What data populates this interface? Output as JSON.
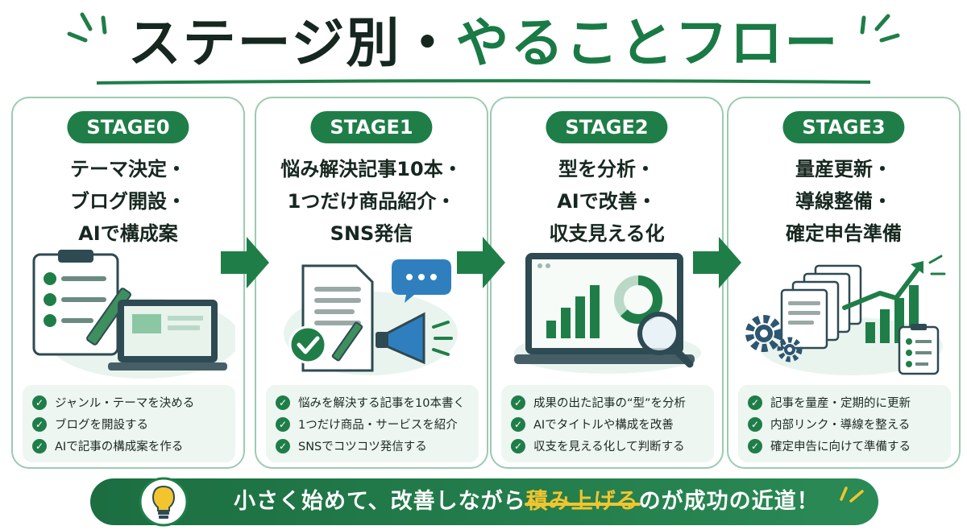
{
  "header": {
    "title_part1": "ステージ別・",
    "title_part2": "やることフロー"
  },
  "stages": [
    {
      "badge": "STAGE0",
      "heading": [
        "テーマ決定・",
        "ブログ開設・",
        "AIで構成案"
      ],
      "checklist": [
        "ジャンル・テーマを決める",
        "ブログを開設する",
        "AIで記事の構成案を作る"
      ]
    },
    {
      "badge": "STAGE1",
      "heading": [
        "悩み解決記事10本・",
        "1つだけ商品紹介・",
        "SNS発信"
      ],
      "checklist": [
        "悩みを解決する記事を10本書く",
        "1つだけ商品・サービスを紹介",
        "SNSでコツコツ発信する"
      ]
    },
    {
      "badge": "STAGE2",
      "heading": [
        "型を分析・",
        "AIで改善・",
        "収支見える化"
      ],
      "checklist": [
        "成果の出た記事の“型”を分析",
        "AIでタイトルや構成を改善",
        "収支を見える化して判断する"
      ]
    },
    {
      "badge": "STAGE3",
      "heading": [
        "量産更新・",
        "導線整備・",
        "確定申告準備"
      ],
      "checklist": [
        "記事を量産・定期的に更新",
        "内部リンク・導線を整える",
        "確定申告に向けて準備する"
      ]
    }
  ],
  "banner": {
    "text_before": "小さく始めて、改善しながら",
    "text_highlight": "積み上げる",
    "text_after": "のが成功の近道！"
  },
  "colors": {
    "brand_green": "#1f7e48",
    "dark_text": "#16271f",
    "highlight_yellow": "#f2c52e",
    "card_border": "#9ccbb0",
    "checklist_bg": "#eef6f1"
  },
  "icons": [
    "clipboard-icon",
    "pencil-icon",
    "laptop-icon",
    "document-icon",
    "chat-bubble-icon",
    "megaphone-icon",
    "check-circle-icon",
    "bar-chart-icon",
    "donut-chart-icon",
    "magnifier-icon",
    "gear-icon",
    "stacked-documents-icon",
    "growth-arrow-icon",
    "lightbulb-icon",
    "checkmark-icon",
    "arrow-right-icon"
  ]
}
